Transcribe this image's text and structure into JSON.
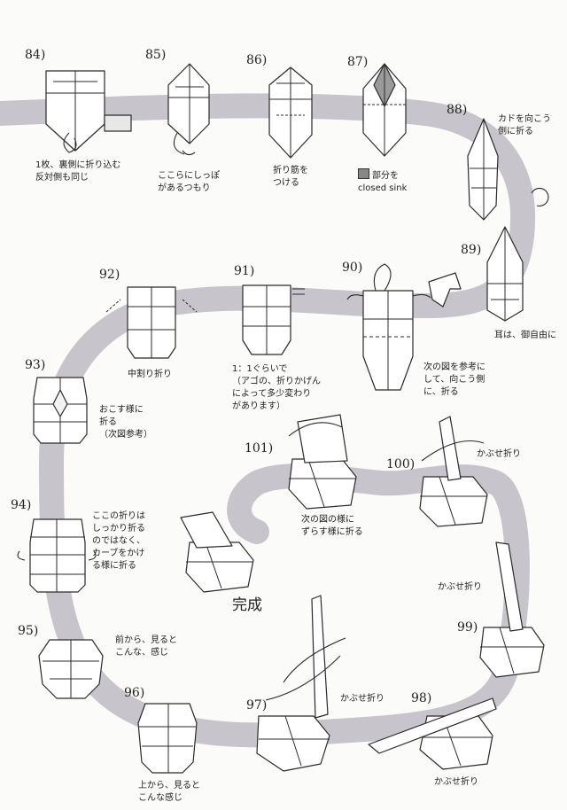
{
  "colors": {
    "path_band": "#c8c4cc",
    "paper": "#ffffff",
    "line": "#2a2a2a",
    "shade": "#9a9a9a"
  },
  "steps": [
    {
      "id": "84",
      "label": "84)",
      "note": [
        "1枚、裏側に折り込む",
        "反対側も同じ"
      ]
    },
    {
      "id": "85",
      "label": "85)",
      "note": [
        "ここらにしっぽ",
        "があるつもり"
      ]
    },
    {
      "id": "86",
      "label": "86)",
      "note": [
        "折り筋を",
        "つける"
      ]
    },
    {
      "id": "87",
      "label": "87)",
      "note": [
        "部分を",
        "closed sink"
      ]
    },
    {
      "id": "88",
      "label": "88)",
      "note": [
        "カドを向こう",
        "側に折る"
      ]
    },
    {
      "id": "89",
      "label": "89)",
      "note": [
        "耳は、御自由に"
      ]
    },
    {
      "id": "90",
      "label": "90)",
      "note": [
        "次の図を参考に",
        "して、向こう側",
        "に、折る"
      ]
    },
    {
      "id": "91",
      "label": "91)",
      "note": [
        "1：1ぐらいで",
        "（アゴの、折りかげん",
        "によって多少変わり",
        "があります）"
      ]
    },
    {
      "id": "92",
      "label": "92)",
      "note": [
        "中割り折り"
      ]
    },
    {
      "id": "93",
      "label": "93)",
      "note": [
        "おこす様に",
        "折る",
        "（次図参考）"
      ]
    },
    {
      "id": "94",
      "label": "94)",
      "note": [
        "ここの折りは",
        "しっかり折る",
        "のではなく、",
        "カーブをかけ",
        "る様に折る"
      ]
    },
    {
      "id": "95",
      "label": "95)",
      "note": [
        "前から、見ると",
        "こんな、感じ"
      ]
    },
    {
      "id": "96",
      "label": "96)",
      "note": [
        "上から、見ると",
        "こんな感じ"
      ]
    },
    {
      "id": "97",
      "label": "97)",
      "note": [
        "かぶせ折り"
      ]
    },
    {
      "id": "98",
      "label": "98)",
      "note": [
        "かぶせ折り"
      ]
    },
    {
      "id": "99",
      "label": "99)",
      "note": [
        "かぶせ折り"
      ]
    },
    {
      "id": "100",
      "label": "100)",
      "note": [
        "かぶせ折り"
      ]
    },
    {
      "id": "101",
      "label": "101)",
      "note": [
        "次の図の様に",
        "ずらす様に折る"
      ]
    }
  ],
  "finished_label": "完成"
}
